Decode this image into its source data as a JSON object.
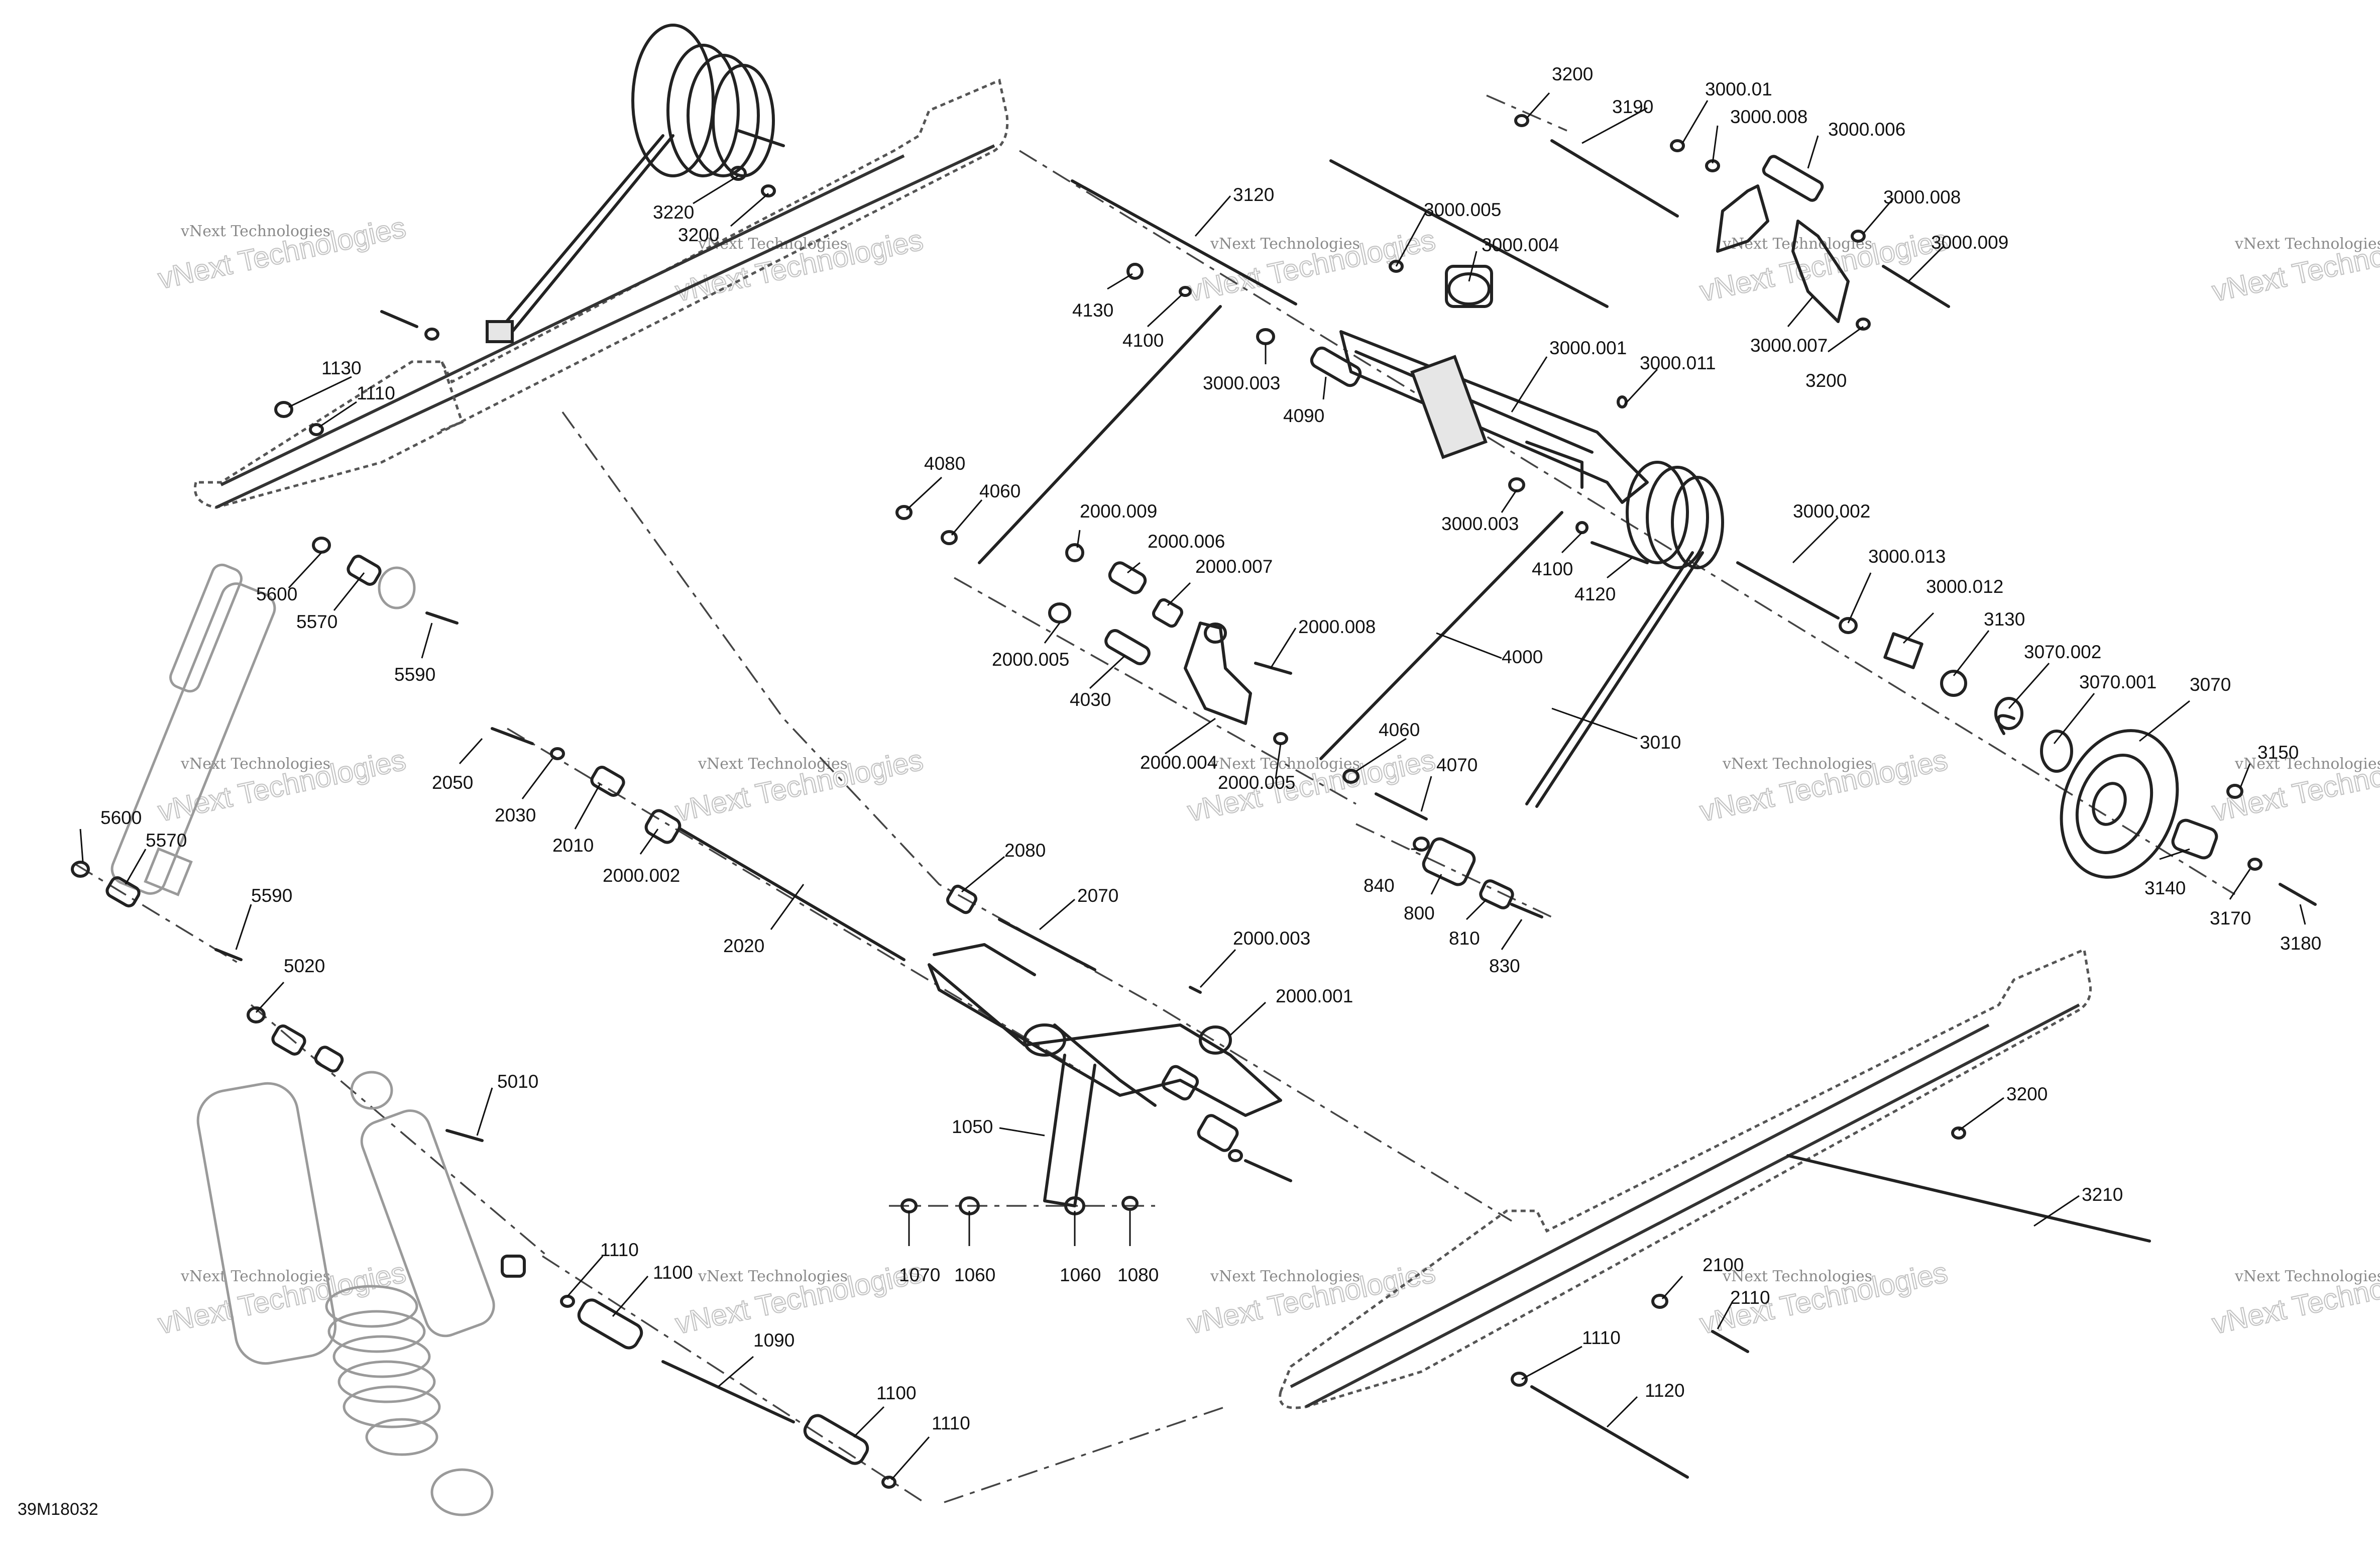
{
  "diagram": {
    "reference_code": "39M18032",
    "watermark": {
      "line1": "vNext Technologies",
      "line2": "vNext Technologies"
    },
    "callouts": {
      "c3200a": "3200",
      "c3190": "3190",
      "c3000_01": "3000.01",
      "c3000_008a": "3000.008",
      "c3000_006": "3000.006",
      "c3000_008b": "3000.008",
      "c3000_009": "3000.009",
      "c3000_007": "3000.007",
      "c3200b": "3200",
      "c3120": "3120",
      "c3000_005": "3000.005",
      "c3000_004": "3000.004",
      "c4130": "4130",
      "c4100a": "4100",
      "c3000_003a": "3000.003",
      "c4090": "4090",
      "c3000_001": "3000.001",
      "c3000_011": "3000.011",
      "c3220": "3220",
      "c3200c": "3200",
      "c1130": "1130",
      "c1110a": "1110",
      "c4080": "4080",
      "c4060a": "4060",
      "c3000_003b": "3000.003",
      "c3000_002": "3000.002",
      "c4100b": "4100",
      "c4120": "4120",
      "c2000_009": "2000.009",
      "c2000_006": "2000.006",
      "c2000_007": "2000.007",
      "c5600a": "5600",
      "c5570a": "5570",
      "c5590a": "5590",
      "c2000_005a": "2000.005",
      "c4030": "4030",
      "c2000_008": "2000.008",
      "c4000": "4000",
      "c3000_013": "3000.013",
      "c3000_012": "3000.012",
      "c3130": "3130",
      "c3070_002": "3070.002",
      "c3070_001": "3070.001",
      "c3070": "3070",
      "c3010": "3010",
      "c2000_004": "2000.004",
      "c2000_005b": "2000.005",
      "c4060b": "4060",
      "c4070": "4070",
      "c3150": "3150",
      "c2050": "2050",
      "c2030": "2030",
      "c2010": "2010",
      "c2000_002": "2000.002",
      "c5600b": "5600",
      "c5570b": "5570",
      "c5590b": "5590",
      "c840": "840",
      "c800": "800",
      "c810": "810",
      "c830": "830",
      "c3140": "3140",
      "c3170": "3170",
      "c3180": "3180",
      "c2080": "2080",
      "c2070": "2070",
      "c2020": "2020",
      "c2000_003": "2000.003",
      "c2000_001": "2000.001",
      "c5020": "5020",
      "c5010": "5010",
      "c1050": "1050",
      "c3200d": "3200",
      "c3210": "3210",
      "c1070": "1070",
      "c1060a": "1060",
      "c1060b": "1060",
      "c1080": "1080",
      "c1110b": "1110",
      "c1100a": "1100",
      "c2100": "2100",
      "c2110": "2110",
      "c1090": "1090",
      "c1110c": "1110",
      "c1120": "1120",
      "c1100b": "1100",
      "c1110d": "1110"
    }
  }
}
